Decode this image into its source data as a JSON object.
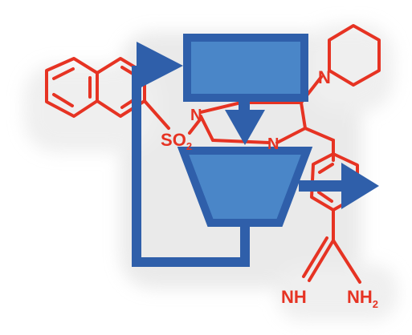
{
  "colors": {
    "molecule": "#e63323",
    "flow_fill": "#4a86c8",
    "flow_stroke": "#2f5faa",
    "glow": "#d9d9d9"
  },
  "molecule": {
    "atoms": {
      "n_piperidine": "N",
      "n_amide": "N",
      "n_ring": "N",
      "sulfonyl_s": "S",
      "sulfonyl_o": "O",
      "sulfonyl_o_sub": "2",
      "amidine_nh": "NH",
      "amidine_nh2": "NH",
      "amidine_nh2_sub": "2"
    }
  },
  "flow": {
    "blocks": [
      "process-box",
      "funnel",
      "feedback-loop",
      "input-arrow",
      "down-arrow",
      "output-arrow"
    ]
  }
}
